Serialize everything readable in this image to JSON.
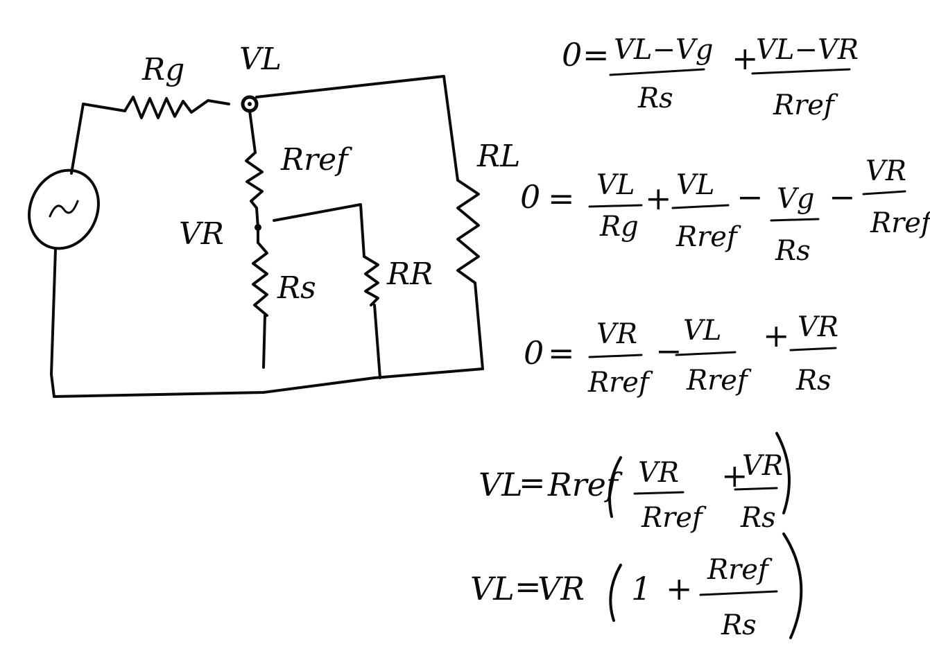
{
  "circuit": {
    "source_label": "~",
    "labels": {
      "rg": "Rg",
      "vl": "VL",
      "rref": "Rref",
      "rl": "RL",
      "vr": "VR",
      "rs": "Rs",
      "rr": "RR"
    }
  },
  "equations": {
    "eq1": {
      "lhs": "0",
      "op": "=",
      "t1_num": "VL−Vg",
      "t1_den": "Rs",
      "sign2": "+",
      "t2_num": "VL−VR",
      "t2_den": "Rref"
    },
    "eq2": {
      "lhs": "0",
      "op": "=",
      "t1_num": "VL",
      "t1_den": "Rg",
      "sign2": "+",
      "t2_num": "VL",
      "t2_den": "Rref",
      "sign3": "−",
      "t3_num": "Vg",
      "t3_den": "Rs",
      "sign4": "−",
      "t4_num": "VR",
      "t4_den": "Rref"
    },
    "eq3": {
      "lhs": "0",
      "op": "=",
      "t1_num": "VR",
      "t1_den": "Rref",
      "sign2": "−",
      "t2_num": "VL",
      "t2_den": "Rref",
      "sign3": "+",
      "t3_num": "VR",
      "t3_den": "Rs"
    },
    "eq4": {
      "lhs": "VL",
      "op": "=",
      "factor": "Rref",
      "t1_num": "VR",
      "t1_den": "Rref",
      "sign2": "+",
      "t2_num": "VR",
      "t2_den": "Rs"
    },
    "eq5": {
      "lhs": "VL",
      "op": "=",
      "factor": "VR",
      "one": "1",
      "sign2": "+",
      "t1_num": "Rref",
      "t1_den": "Rs"
    }
  }
}
